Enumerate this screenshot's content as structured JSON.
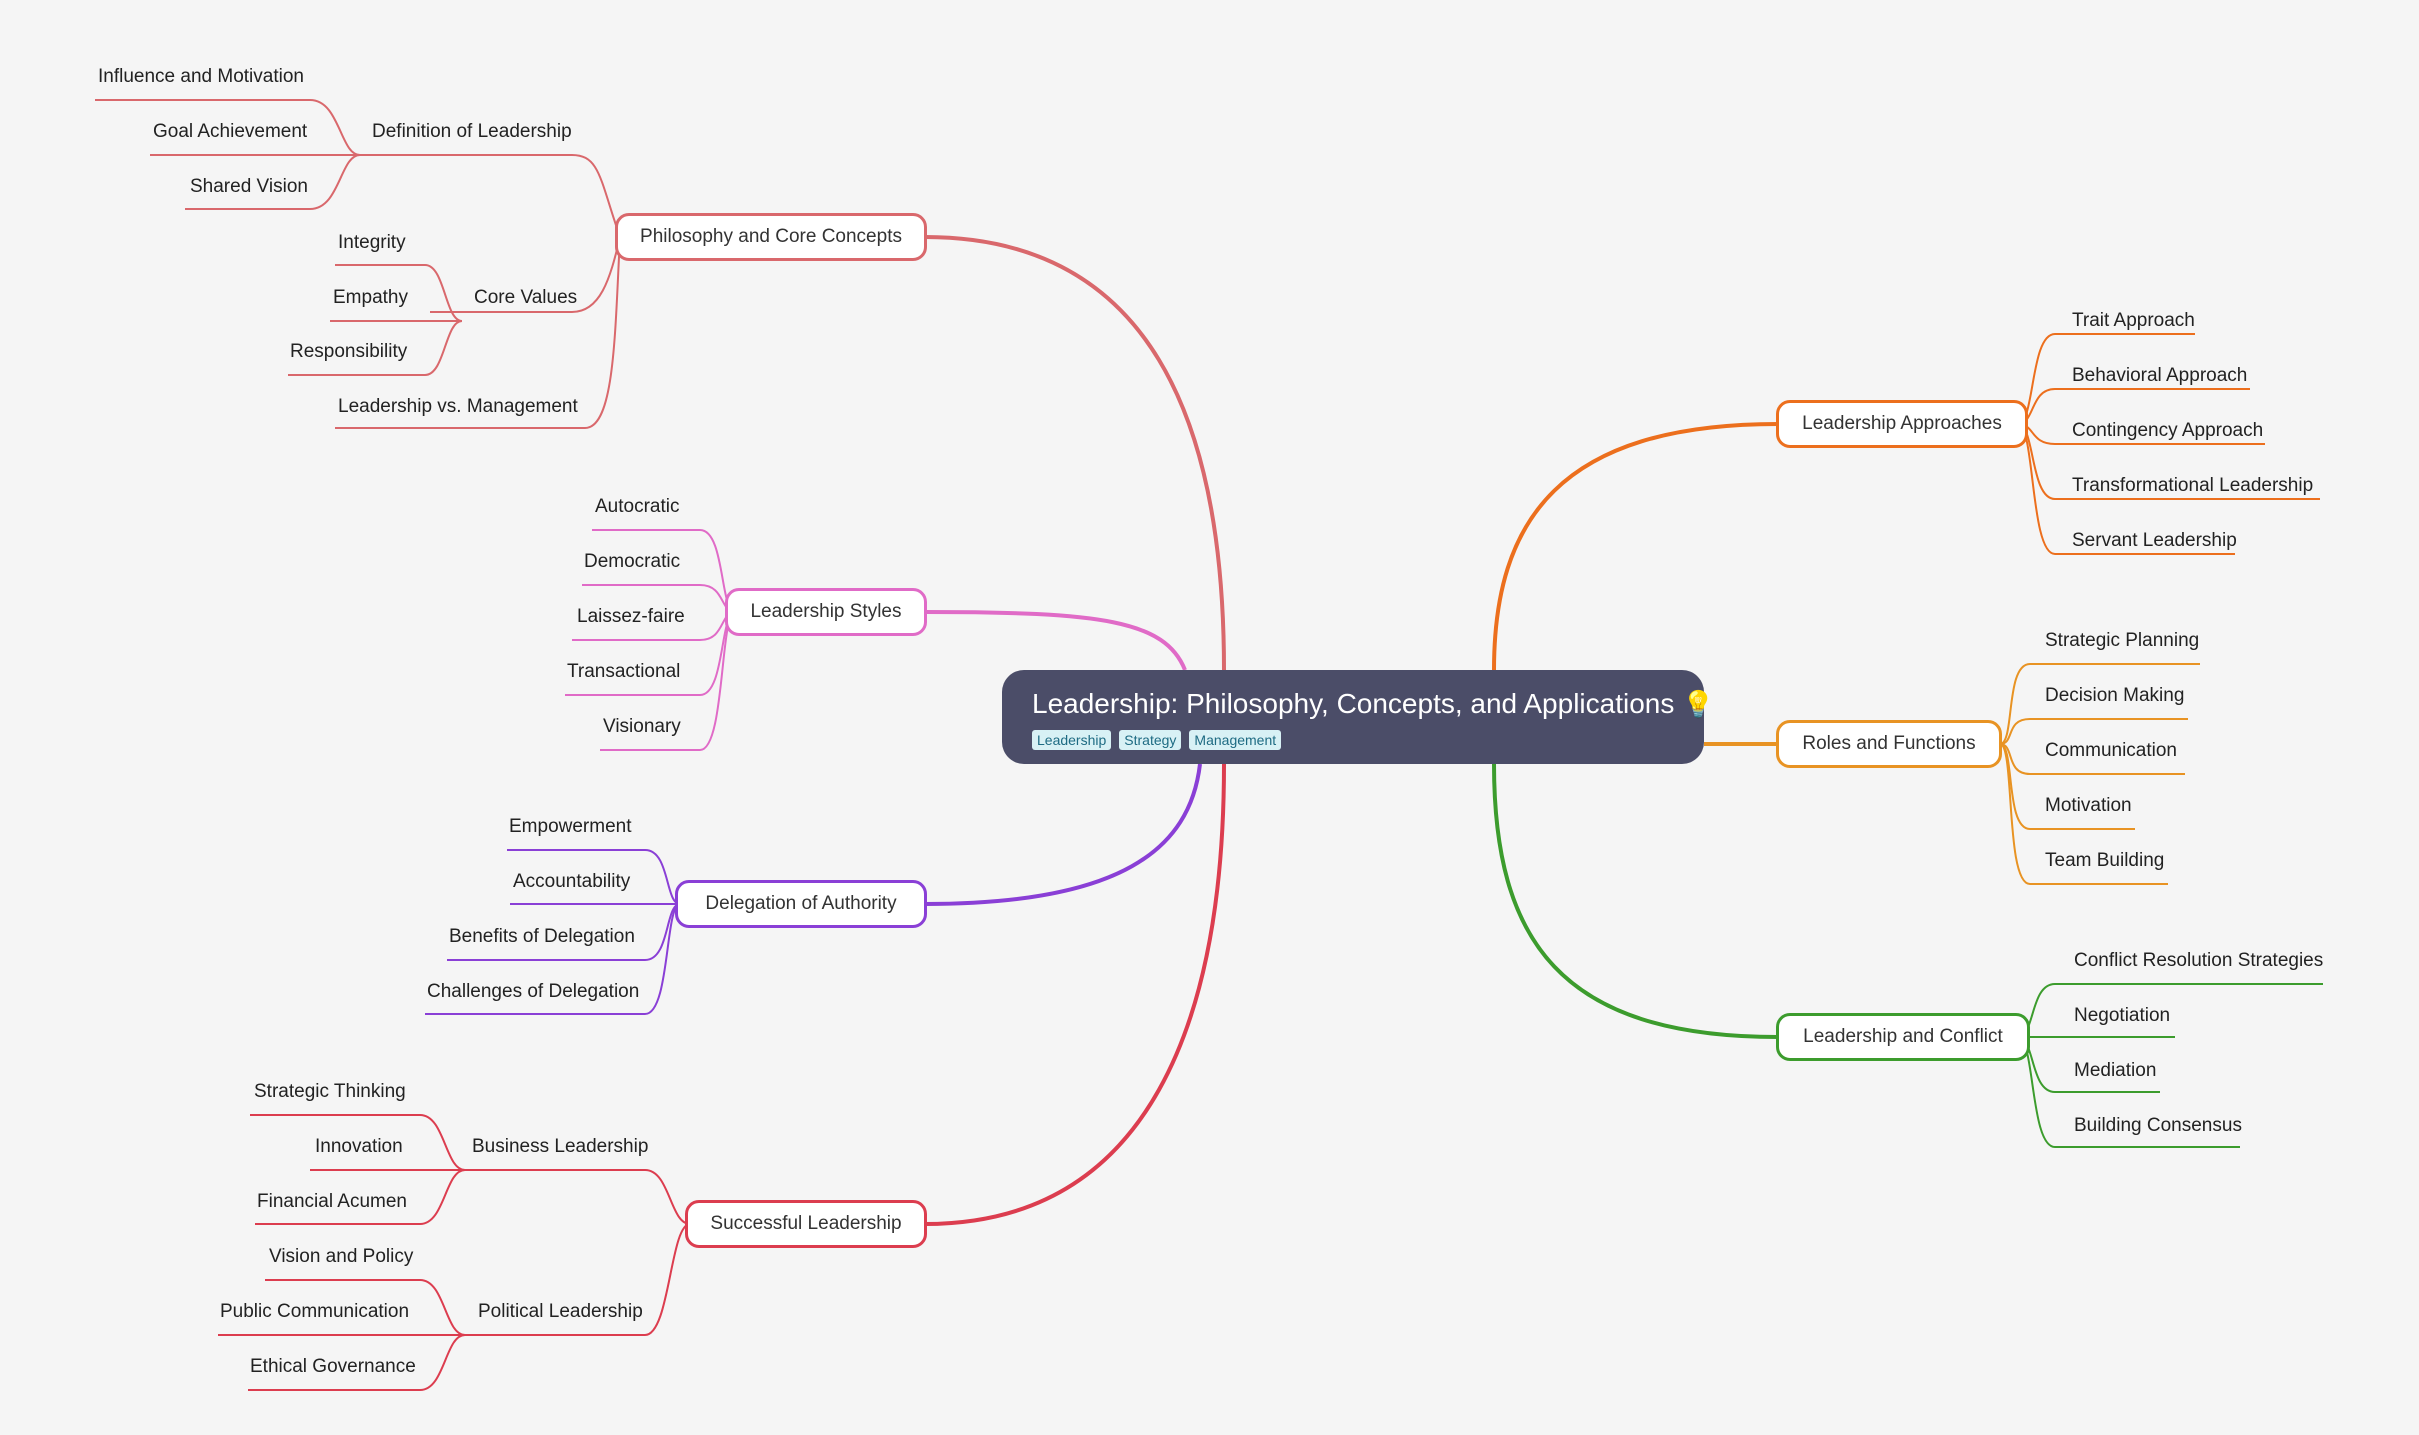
{
  "root": {
    "title": "Leadership: Philosophy, Concepts, and Applications",
    "icon": "lightbulb-icon",
    "icon_glyph": "💡",
    "tags": [
      "Leadership",
      "Strategy",
      "Management"
    ]
  },
  "left": {
    "philosophy": {
      "label": "Philosophy and Core Concepts",
      "color": "#d9686c",
      "definition": {
        "label": "Definition of Leadership",
        "items": [
          "Influence and Motivation",
          "Goal Achievement",
          "Shared Vision"
        ]
      },
      "core_values": {
        "label": "Core Values",
        "items": [
          "Integrity",
          "Empathy",
          "Responsibility"
        ]
      },
      "vs": {
        "label": "Leadership vs. Management"
      }
    },
    "styles": {
      "label": "Leadership Styles",
      "color": "#e06bc7",
      "items": [
        "Autocratic",
        "Democratic",
        "Laissez-faire",
        "Transactional",
        "Visionary"
      ]
    },
    "delegation": {
      "label": "Delegation of Authority",
      "color": "#8a3fd6",
      "items": [
        "Empowerment",
        "Accountability",
        "Benefits of Delegation",
        "Challenges of Delegation"
      ]
    },
    "successful": {
      "label": "Successful Leadership",
      "color": "#dc3d4f",
      "business": {
        "label": "Business Leadership",
        "items": [
          "Strategic Thinking",
          "Innovation",
          "Financial Acumen"
        ]
      },
      "political": {
        "label": "Political Leadership",
        "items": [
          "Vision and Policy",
          "Public Communication",
          "Ethical Governance"
        ]
      }
    }
  },
  "right": {
    "approaches": {
      "label": "Leadership Approaches",
      "color": "#ec6f1d",
      "items": [
        "Trait Approach",
        "Behavioral Approach",
        "Contingency Approach",
        "Transformational Leadership",
        "Servant Leadership"
      ]
    },
    "roles": {
      "label": "Roles and Functions",
      "color": "#e89323",
      "items": [
        "Strategic Planning",
        "Decision Making",
        "Communication",
        "Motivation",
        "Team Building"
      ]
    },
    "conflict": {
      "label": "Leadership and Conflict",
      "color": "#3c9c2d",
      "items": [
        "Conflict Resolution Strategies",
        "Negotiation",
        "Mediation",
        "Building Consensus"
      ]
    }
  }
}
